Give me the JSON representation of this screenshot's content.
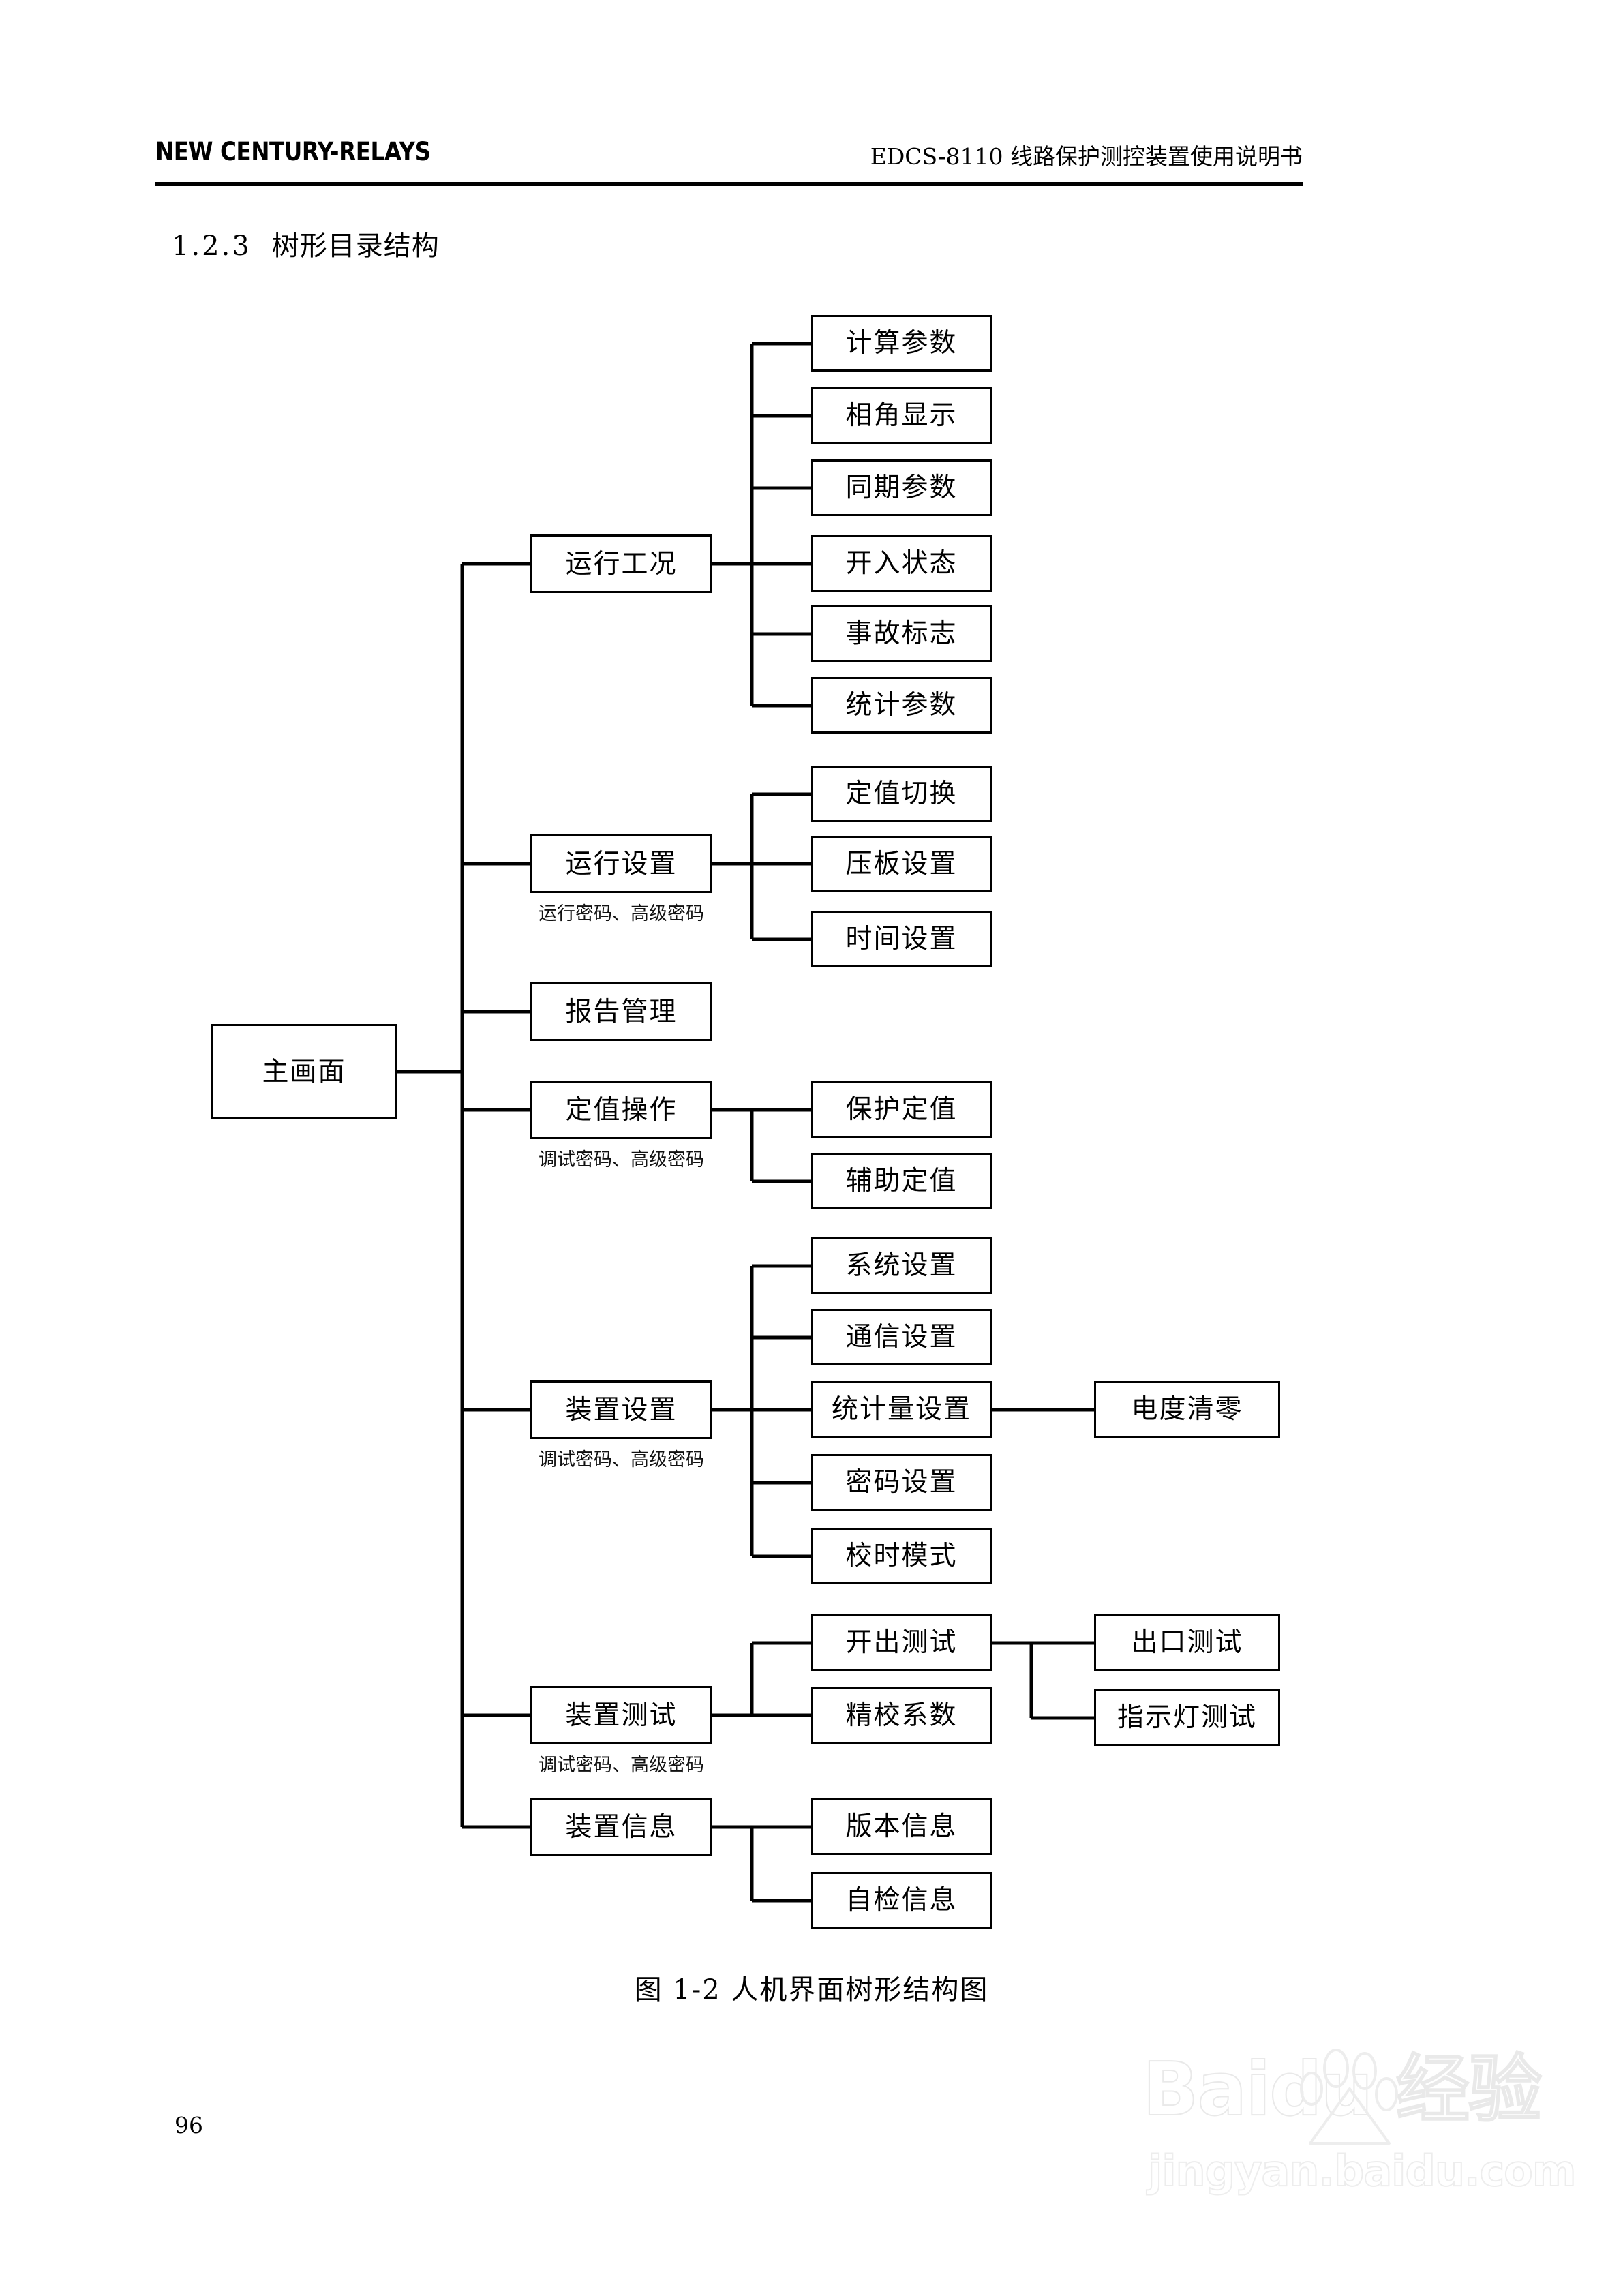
{
  "header": {
    "brand": "NEW CENTURY-RELAYS",
    "document_title": "EDCS-8110 线路保护测控装置使用说明书"
  },
  "section": {
    "number": "1.2.3",
    "title": "树形目录结构"
  },
  "diagram": {
    "root": {
      "label": "主画面"
    },
    "branches": [
      {
        "label": "运行工况",
        "note": "",
        "children": [
          {
            "label": "计算参数"
          },
          {
            "label": "相角显示"
          },
          {
            "label": "同期参数"
          },
          {
            "label": "开入状态"
          },
          {
            "label": "事故标志"
          },
          {
            "label": "统计参数"
          }
        ]
      },
      {
        "label": "运行设置",
        "note": "运行密码、高级密码",
        "children": [
          {
            "label": "定值切换"
          },
          {
            "label": "压板设置"
          },
          {
            "label": "时间设置"
          }
        ]
      },
      {
        "label": "报告管理",
        "note": "",
        "children": []
      },
      {
        "label": "定值操作",
        "note": "调试密码、高级密码",
        "children": [
          {
            "label": "保护定值"
          },
          {
            "label": "辅助定值"
          }
        ]
      },
      {
        "label": "装置设置",
        "note": "调试密码、高级密码",
        "children": [
          {
            "label": "系统设置"
          },
          {
            "label": "通信设置"
          },
          {
            "label": "统计量设置",
            "children": [
              {
                "label": "电度清零"
              }
            ]
          },
          {
            "label": "密码设置"
          },
          {
            "label": "校时模式"
          }
        ]
      },
      {
        "label": "装置测试",
        "note": "调试密码、高级密码",
        "children": [
          {
            "label": "开出测试",
            "children": [
              {
                "label": "出口测试"
              },
              {
                "label": "指示灯测试"
              }
            ]
          },
          {
            "label": "精校系数"
          }
        ]
      },
      {
        "label": "装置信息",
        "note": "",
        "children": [
          {
            "label": "版本信息"
          },
          {
            "label": "自检信息"
          }
        ]
      }
    ]
  },
  "caption": "图 1-2 人机界面树形结构图",
  "footer": {
    "page_number": "96"
  },
  "watermark": {
    "main": "Baidu 经验",
    "sub": "jingyan.baidu.com"
  },
  "colors": {
    "ink": "#000000",
    "paper": "#ffffff",
    "watermark": "#ededed"
  }
}
